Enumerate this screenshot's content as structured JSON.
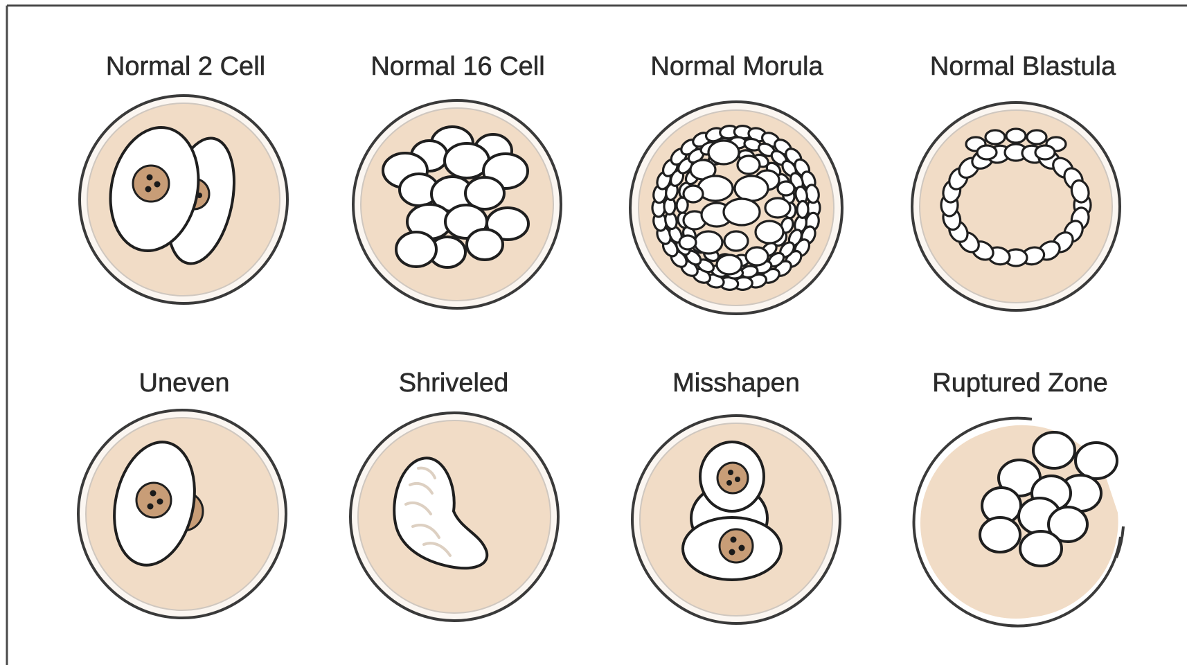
{
  "colors": {
    "cytoplasm": "#f1dcc6",
    "nucleus": "#c89d77",
    "membrane": "#1f1f1f"
  },
  "panels": [
    {
      "id": "normal-2-cell",
      "label": "Normal 2 Cell"
    },
    {
      "id": "normal-16-cell",
      "label": "Normal 16 Cell"
    },
    {
      "id": "normal-morula",
      "label": "Normal Morula"
    },
    {
      "id": "normal-blastula",
      "label": "Normal Blastula"
    },
    {
      "id": "uneven",
      "label": "Uneven"
    },
    {
      "id": "shriveled",
      "label": "Shriveled"
    },
    {
      "id": "misshapen",
      "label": "Misshapen"
    },
    {
      "id": "ruptured-zone",
      "label": "Ruptured Zone"
    }
  ]
}
